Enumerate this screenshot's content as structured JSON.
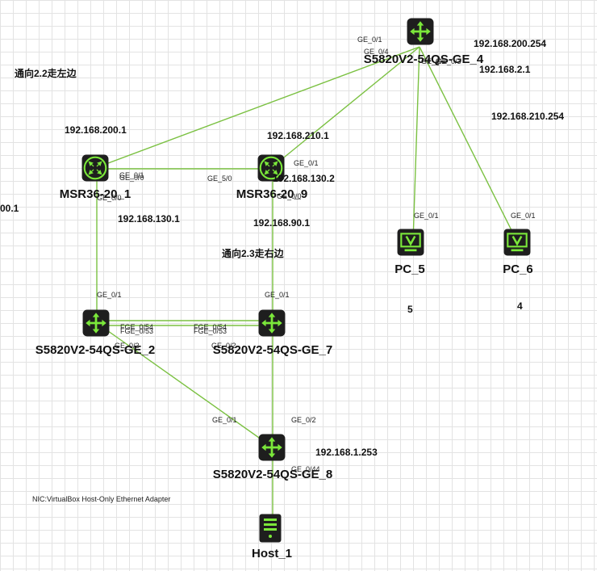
{
  "devices": {
    "s4": {
      "name": "S5820V2-54QS-GE_4",
      "icon": "switch-icon"
    },
    "r1": {
      "name": "MSR36-20_1",
      "icon": "router-icon"
    },
    "r9": {
      "name": "MSR36-20_9",
      "icon": "router-icon"
    },
    "s2": {
      "name": "S5820V2-54QS-GE_2",
      "icon": "switch-icon"
    },
    "s7": {
      "name": "S5820V2-54QS-GE_7",
      "icon": "switch-icon"
    },
    "s8": {
      "name": "S5820V2-54QS-GE_8",
      "icon": "switch-icon"
    },
    "pc5": {
      "name": "PC_5",
      "icon": "pc-icon"
    },
    "pc6": {
      "name": "PC_6",
      "icon": "pc-icon"
    },
    "h1": {
      "name": "Host_1",
      "icon": "server-icon"
    }
  },
  "ports": {
    "s4_a": "GE_0/1",
    "s4_b": "GE_0/4",
    "s4_c": "GE_0/2",
    "s4_d": "GE_0/3",
    "r1_a": "GE_0/1",
    "r1_b": "GE_0/0",
    "r1_c": "GE_0/0",
    "r9_a": "GE_0/1",
    "r9_b": "GE_5/0",
    "r9_c": "GE_0/0",
    "pc5": "GE_0/1",
    "pc6": "GE_0/1",
    "s2_a": "GE_0/1",
    "s2_b": "FGE_0/54",
    "s2_c": "FGE_0/53",
    "s2_d": "GE_0/2",
    "s7_a": "GE_0/1",
    "s7_b": "FGE_0/54",
    "s7_c": "FGE_0/53",
    "s7_d": "GE_0/2",
    "s8_a": "GE_0/1",
    "s8_b": "GE_0/2",
    "s8_c": "GE_0/44"
  },
  "labels": {
    "ip_200_254": "192.168.200.254",
    "ip_2_1": "192.168.2.1",
    "ip_210_254": "192.168.210.254",
    "ip_200_1": "192.168.200.1",
    "ip_210_1": "192.168.210.1",
    "ip_130_2": "192.168.130.2",
    "ip_130_1": "192.168.130.1",
    "ip_90_1": "192.168.90.1",
    "ip_1_253": "192.168.1.253",
    "note_left": "通向2.2走左边",
    "note_right": "通向2.3走右边",
    "cut_00_1": "00.1",
    "num_5": "5",
    "num_4": "4",
    "nic": "NIC:VirtualBox Host-Only Ethernet Adapter"
  },
  "colors": {
    "link": "#7bc142",
    "device_bg": "#1e1e1e",
    "device_fg": "#7be83a"
  }
}
